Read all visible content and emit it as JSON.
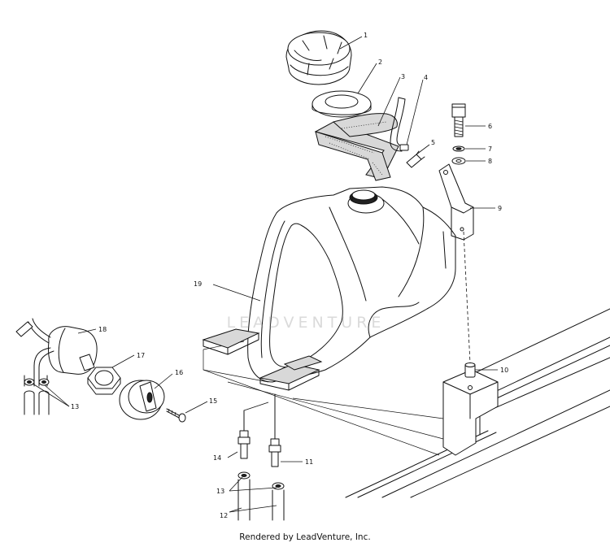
{
  "watermark": "LEADVENTURE",
  "credit": "Rendered by LeadVenture, Inc.",
  "callouts": [
    "1",
    "2",
    "3",
    "4",
    "5",
    "6",
    "7",
    "8",
    "9",
    "10",
    "11",
    "12",
    "13",
    "13",
    "14",
    "15",
    "16",
    "17",
    "18",
    "19"
  ]
}
